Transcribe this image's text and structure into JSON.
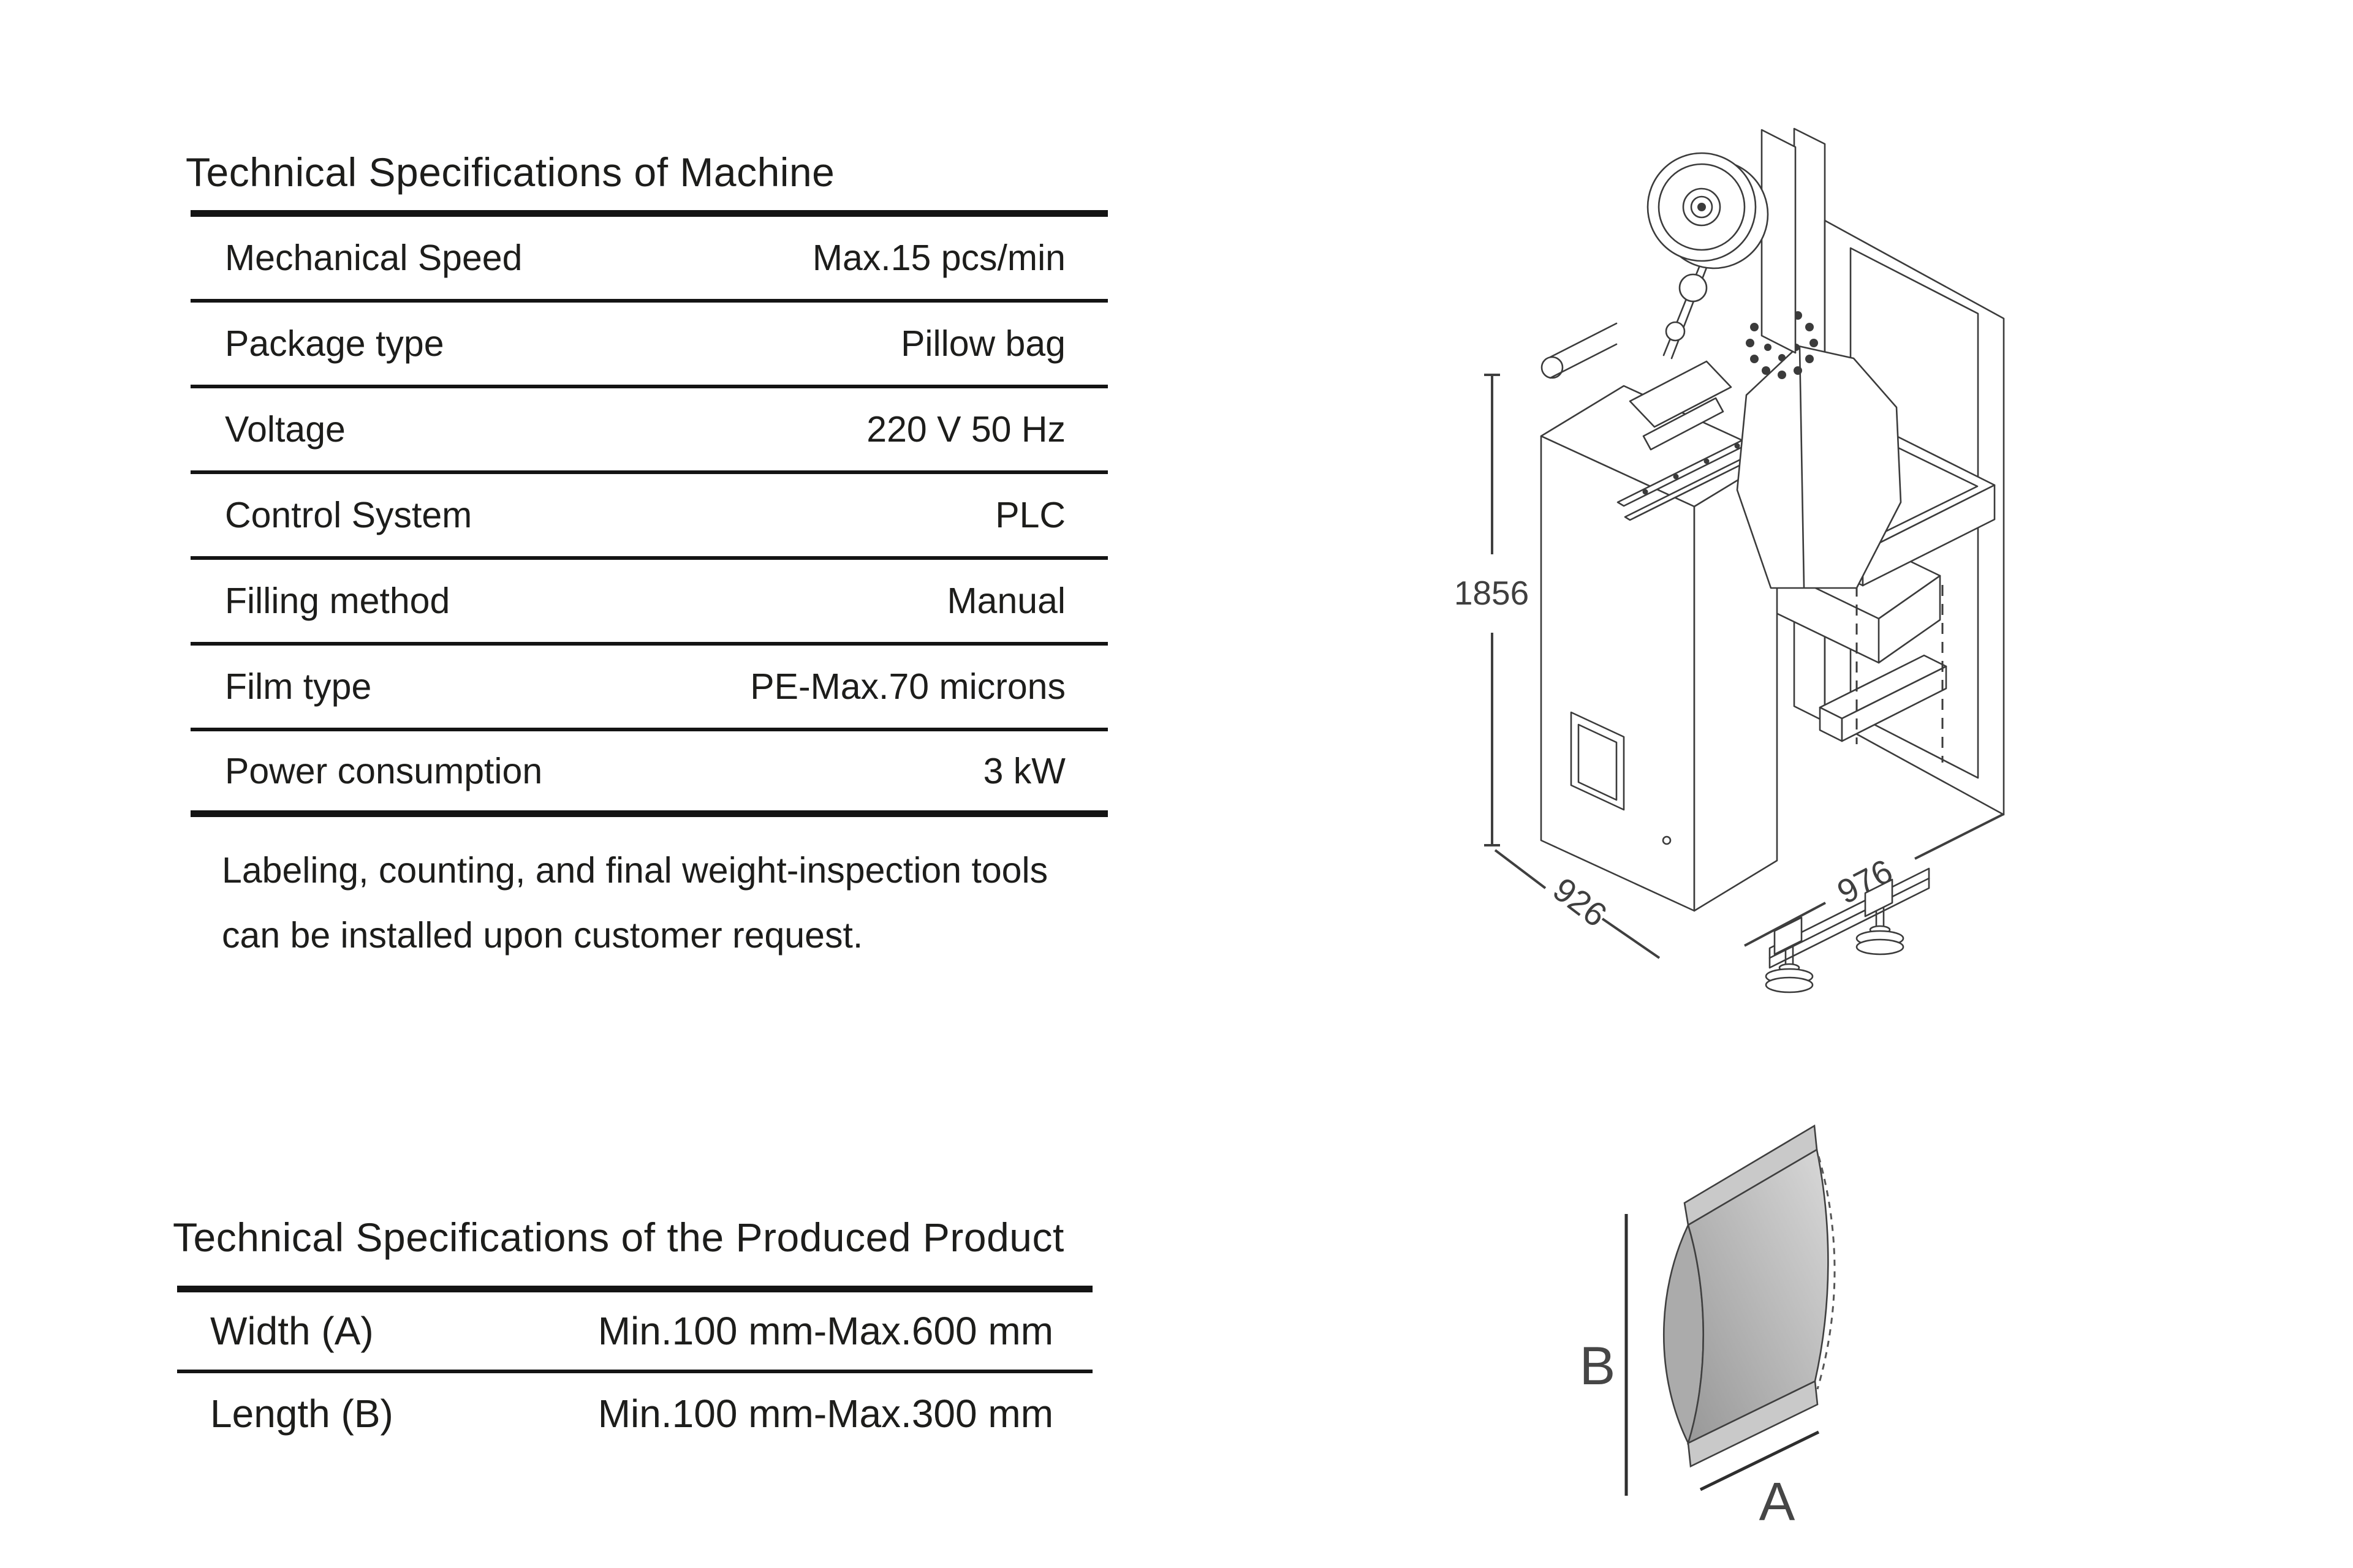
{
  "machine_table": {
    "title": "Technical Specifications of Machine",
    "rows": [
      {
        "label": "Mechanical Speed",
        "value": "Max.15 pcs/min"
      },
      {
        "label": "Package type",
        "value": "Pillow bag"
      },
      {
        "label": "Voltage",
        "value": "220 V 50 Hz"
      },
      {
        "label": "Control System",
        "value": "PLC"
      },
      {
        "label": "Filling method",
        "value": "Manual"
      },
      {
        "label": "Film type",
        "value": "PE-Max.70 microns"
      },
      {
        "label": "Power consumption",
        "value": "3 kW"
      }
    ],
    "note_line1": "Labeling, counting, and final weight-inspection tools",
    "note_line2": "can be installed upon customer request."
  },
  "product_table": {
    "title": "Technical Specifications of the Produced Product",
    "rows": [
      {
        "label": "Width (A)",
        "value": "Min.100 mm-Max.600 mm"
      },
      {
        "label": "Length (B)",
        "value": "Min.100 mm-Max.300 mm"
      }
    ]
  },
  "machine_diagram": {
    "height_label": "1856",
    "depth_label": "926",
    "width_label": "976"
  },
  "bag_diagram": {
    "length_letter": "B",
    "width_letter": "A"
  },
  "colors": {
    "text": "#1d1d1b",
    "table_rule": "#141414",
    "drawing_line": "#3b3b3b",
    "dimension_text": "#3f3f3f",
    "bag_fill_light": "#d8d8d8",
    "bag_fill_dark": "#989898",
    "bag_fin": "#c9c9c9",
    "bag_gusset": "#ababab"
  }
}
